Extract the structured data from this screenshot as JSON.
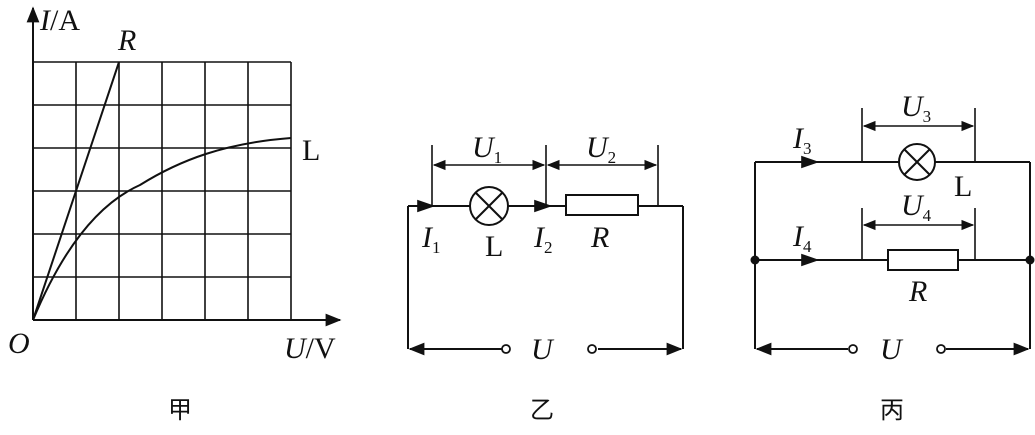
{
  "graph": {
    "y_axis_label_I": "I",
    "y_axis_label_unit": "/A",
    "x_axis_label_U": "U",
    "x_axis_label_unit": "/V",
    "origin_label": "O",
    "curve_R_label": "R",
    "curve_L_label": "L",
    "caption": "甲"
  },
  "circuit_series": {
    "U1": "U",
    "U1_sub": "1",
    "U2": "U",
    "U2_sub": "2",
    "I1": "I",
    "I1_sub": "1",
    "I2": "I",
    "I2_sub": "2",
    "lamp_label": "L",
    "resistor_label": "R",
    "supply_label": "U",
    "caption": "乙"
  },
  "circuit_parallel": {
    "U3": "U",
    "U3_sub": "3",
    "U4": "U",
    "U4_sub": "4",
    "I3": "I",
    "I3_sub": "3",
    "I4": "I",
    "I4_sub": "4",
    "lamp_label": "L",
    "resistor_label": "R",
    "supply_label": "U",
    "caption": "丙"
  }
}
